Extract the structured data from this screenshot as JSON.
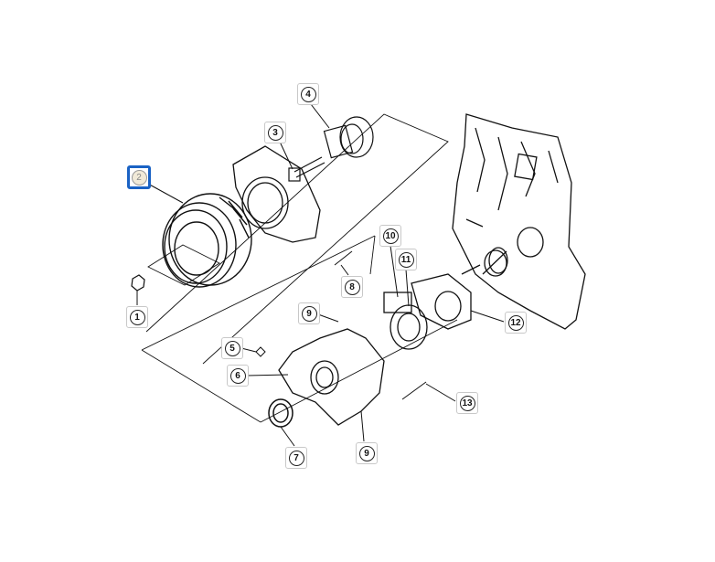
{
  "diagram": {
    "type": "exploded parts diagram",
    "selected_callout": "2",
    "highlight_color": "#1a62c4",
    "callouts": [
      {
        "id": "c1",
        "label": "1"
      },
      {
        "id": "c2",
        "label": "2"
      },
      {
        "id": "c3",
        "label": "3"
      },
      {
        "id": "c4",
        "label": "4"
      },
      {
        "id": "c5",
        "label": "5"
      },
      {
        "id": "c6",
        "label": "6"
      },
      {
        "id": "c7",
        "label": "7"
      },
      {
        "id": "c8",
        "label": "8"
      },
      {
        "id": "c9a",
        "label": "9"
      },
      {
        "id": "c9b",
        "label": "9"
      },
      {
        "id": "c10",
        "label": "10"
      },
      {
        "id": "c11",
        "label": "11"
      },
      {
        "id": "c12",
        "label": "12"
      },
      {
        "id": "c13",
        "label": "13"
      }
    ]
  }
}
